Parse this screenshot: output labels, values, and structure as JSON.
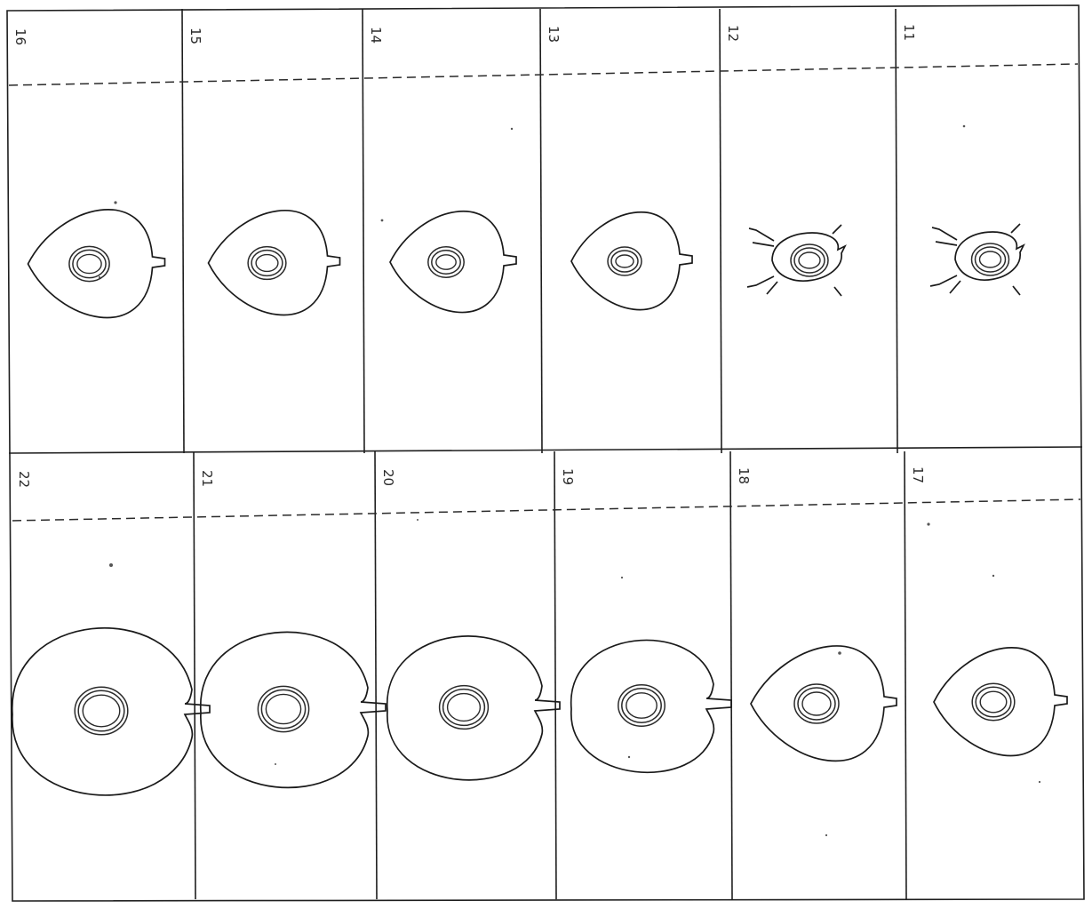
{
  "sheet": {
    "rows": [
      {
        "panels": [
          {
            "number": "16",
            "stage": 16,
            "shape": "lens",
            "has_sepals": false
          },
          {
            "number": "15",
            "stage": 15,
            "shape": "lens",
            "has_sepals": false
          },
          {
            "number": "14",
            "stage": 14,
            "shape": "lens",
            "has_sepals": false
          },
          {
            "number": "13",
            "stage": 13,
            "shape": "lens",
            "has_sepals": false
          },
          {
            "number": "12",
            "stage": 12,
            "shape": "round",
            "has_sepals": true
          },
          {
            "number": "11",
            "stage": 11,
            "shape": "round",
            "has_sepals": true
          }
        ]
      },
      {
        "panels": [
          {
            "number": "22",
            "stage": 22,
            "shape": "kidney",
            "has_sepals": false
          },
          {
            "number": "21",
            "stage": 21,
            "shape": "kidney",
            "has_sepals": false
          },
          {
            "number": "20",
            "stage": 20,
            "shape": "kidney",
            "has_sepals": false
          },
          {
            "number": "19",
            "stage": 19,
            "shape": "kidney",
            "has_sepals": false
          },
          {
            "number": "18",
            "stage": 18,
            "shape": "lens",
            "has_sepals": false
          },
          {
            "number": "17",
            "stage": 17,
            "shape": "lens",
            "has_sepals": false
          }
        ]
      }
    ],
    "colors": {
      "paper": "#ffffff",
      "ink": "#1a1a1a"
    }
  }
}
